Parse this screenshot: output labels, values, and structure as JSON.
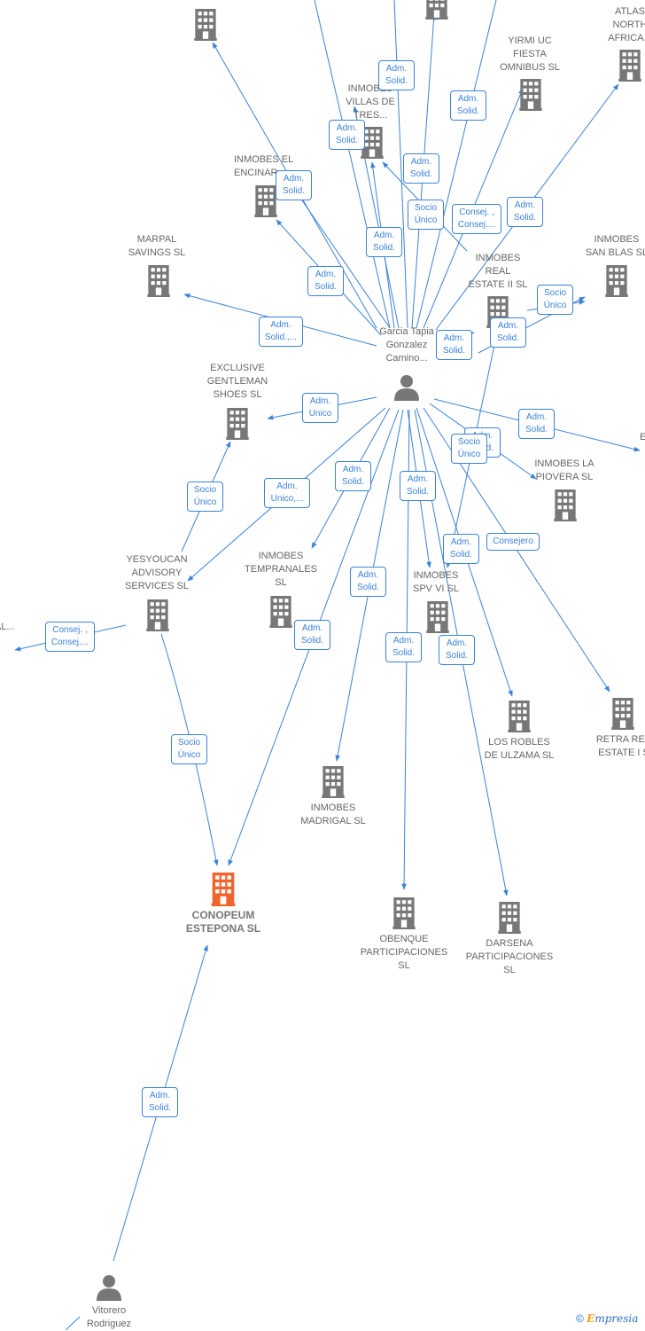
{
  "colors": {
    "edge": "#3b82d9",
    "company": "#777777",
    "focus_company": "#f0652d",
    "person": "#777777"
  },
  "nodes": {
    "atlas": {
      "label": "ATLAS\nNORTH\nAFRICA..."
    },
    "yirmi": {
      "label": "YIRMI UC\nFIESTA\nOMNIBUS  SL"
    },
    "villas": {
      "label": "INMOBES\nVILLAS DE\nTRES..."
    },
    "encinar": {
      "label": "INMOBES EL\nENCINAR"
    },
    "marpal": {
      "label": "MARPAL\nSAVINGS  SL"
    },
    "sanblas": {
      "label": "INMOBES\nSAN BLAS  SL"
    },
    "realestate2": {
      "label": "INMOBES\nREAL\nESTATE II  SL"
    },
    "garcia": {
      "label": "Garcia Tapia\nGonzalez\nCamino..."
    },
    "exclusive": {
      "label": "EXCLUSIVE\nGENTLEMAN\nSHOES  SL"
    },
    "e_right": {
      "label": "E"
    },
    "piovera": {
      "label": "INMOBES LA\nPIOVERA  SL"
    },
    "yesyoucan": {
      "label": "YESYOUCAN\nADVISORY\nSERVICES SL"
    },
    "tempranales": {
      "label": "INMOBES\nTEMPRANALES\nSL"
    },
    "spv": {
      "label": "INMOBES\nSPV VI  SL"
    },
    "al_left": {
      "label": "AL..."
    },
    "losrobles": {
      "label": "LOS ROBLES\nDE ULZAMA  SL"
    },
    "retra": {
      "label": "RETRA REA\nESTATE I  S"
    },
    "madrigal": {
      "label": "INMOBES\nMADRIGAL  SL"
    },
    "conopeum": {
      "label": "CONOPEUM\nESTEPONA  SL"
    },
    "obenque": {
      "label": "OBENQUE\nPARTICIPACIONES\nSL"
    },
    "darsena": {
      "label": "DARSENA\nPARTICIPACIONES\nSL"
    },
    "vitorero": {
      "label": "Vitorero\nRodriguez"
    }
  },
  "edge_labels": {
    "e1": "Adm.\nSolid.",
    "e2": "Adm.\nSolid.",
    "e3": "Adm.\nSolid.",
    "e4": "Adm.\nSolid.",
    "e5": "Adm.\nSolid.",
    "e6": "Socio\nÚnico",
    "e7": "Consej. ,\nConsej....",
    "e8": "Adm.\nSolid.",
    "e9": "Adm.\nSolid.",
    "e10": "Adm.\nSolid.",
    "e11": "Adm.\nSolid.,...",
    "e12": "Socio\nÚnico",
    "e13": "Adm.\nSolid.",
    "e14": "Adm.\nSolid.",
    "e15": "Adm.\nUnico",
    "e16": "Adm.\nSolid.",
    "e17": "Adm.\nSolid.",
    "e18": "Socio\nÚnico",
    "e19": "Socio\nÚnico",
    "e20": "Adm.\nUnico,...",
    "e21": "Adm.\nSolid.",
    "e22": "Adm.\nSolid.",
    "e23": "Adm.\nSolid.",
    "e24": "Consejero",
    "e25": "Consej. ,\nConsej....",
    "e26": "Adm.\nSolid.",
    "e27": "Adm.\nSolid.",
    "e28": "Adm.\nSolid.",
    "e29": "Adm.\nSolid.",
    "e30": "Socio\nÚnico",
    "e31": "Adm.\nSolid."
  },
  "watermark": {
    "copyright": "©",
    "brand_first": "E",
    "brand_rest": "mpresia"
  }
}
